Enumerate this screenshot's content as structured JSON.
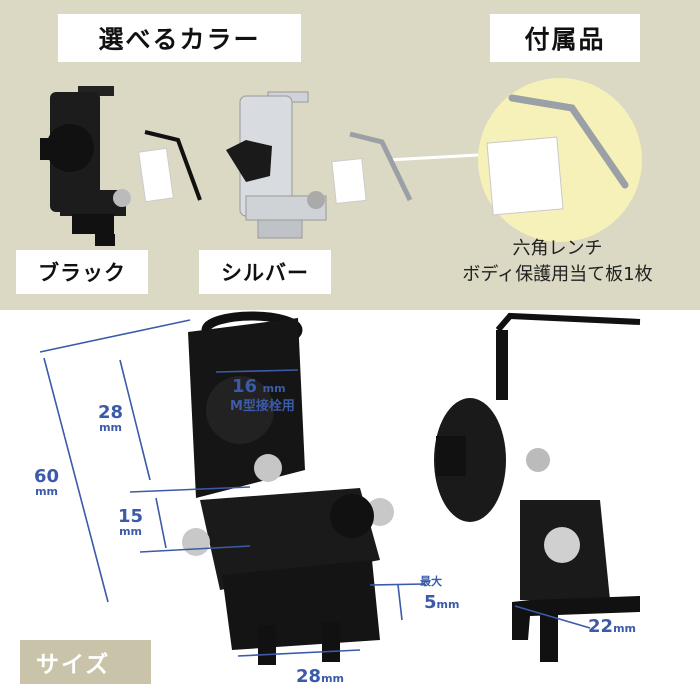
{
  "colors_title": "選べるカラー",
  "accessories_title": "付属品",
  "variants": [
    {
      "label": "ブラック"
    },
    {
      "label": "シルバー"
    }
  ],
  "accessories": {
    "line1": "六角レンチ",
    "line2": "ボディ保護用当て板1枚"
  },
  "size_label": "サイズ",
  "dimensions": {
    "hole_diameter": {
      "value": "16",
      "unit": "mm",
      "note": "M型接栓用"
    },
    "height_upper": {
      "value": "28",
      "unit": "mm"
    },
    "height_total": {
      "value": "60",
      "unit": "mm"
    },
    "gap": {
      "value": "15",
      "unit": "mm"
    },
    "clamp_max": {
      "prefix": "最大",
      "value": "5",
      "unit": "mm"
    },
    "base_width": {
      "value": "28",
      "unit": "mm"
    },
    "side_width": {
      "value": "22",
      "unit": "mm"
    }
  },
  "colors": {
    "background_top": "#dbd8c3",
    "accent_dim": "#3b5aa8",
    "size_tag": "#c8c3a9",
    "highlight": "#f6f1b8"
  }
}
